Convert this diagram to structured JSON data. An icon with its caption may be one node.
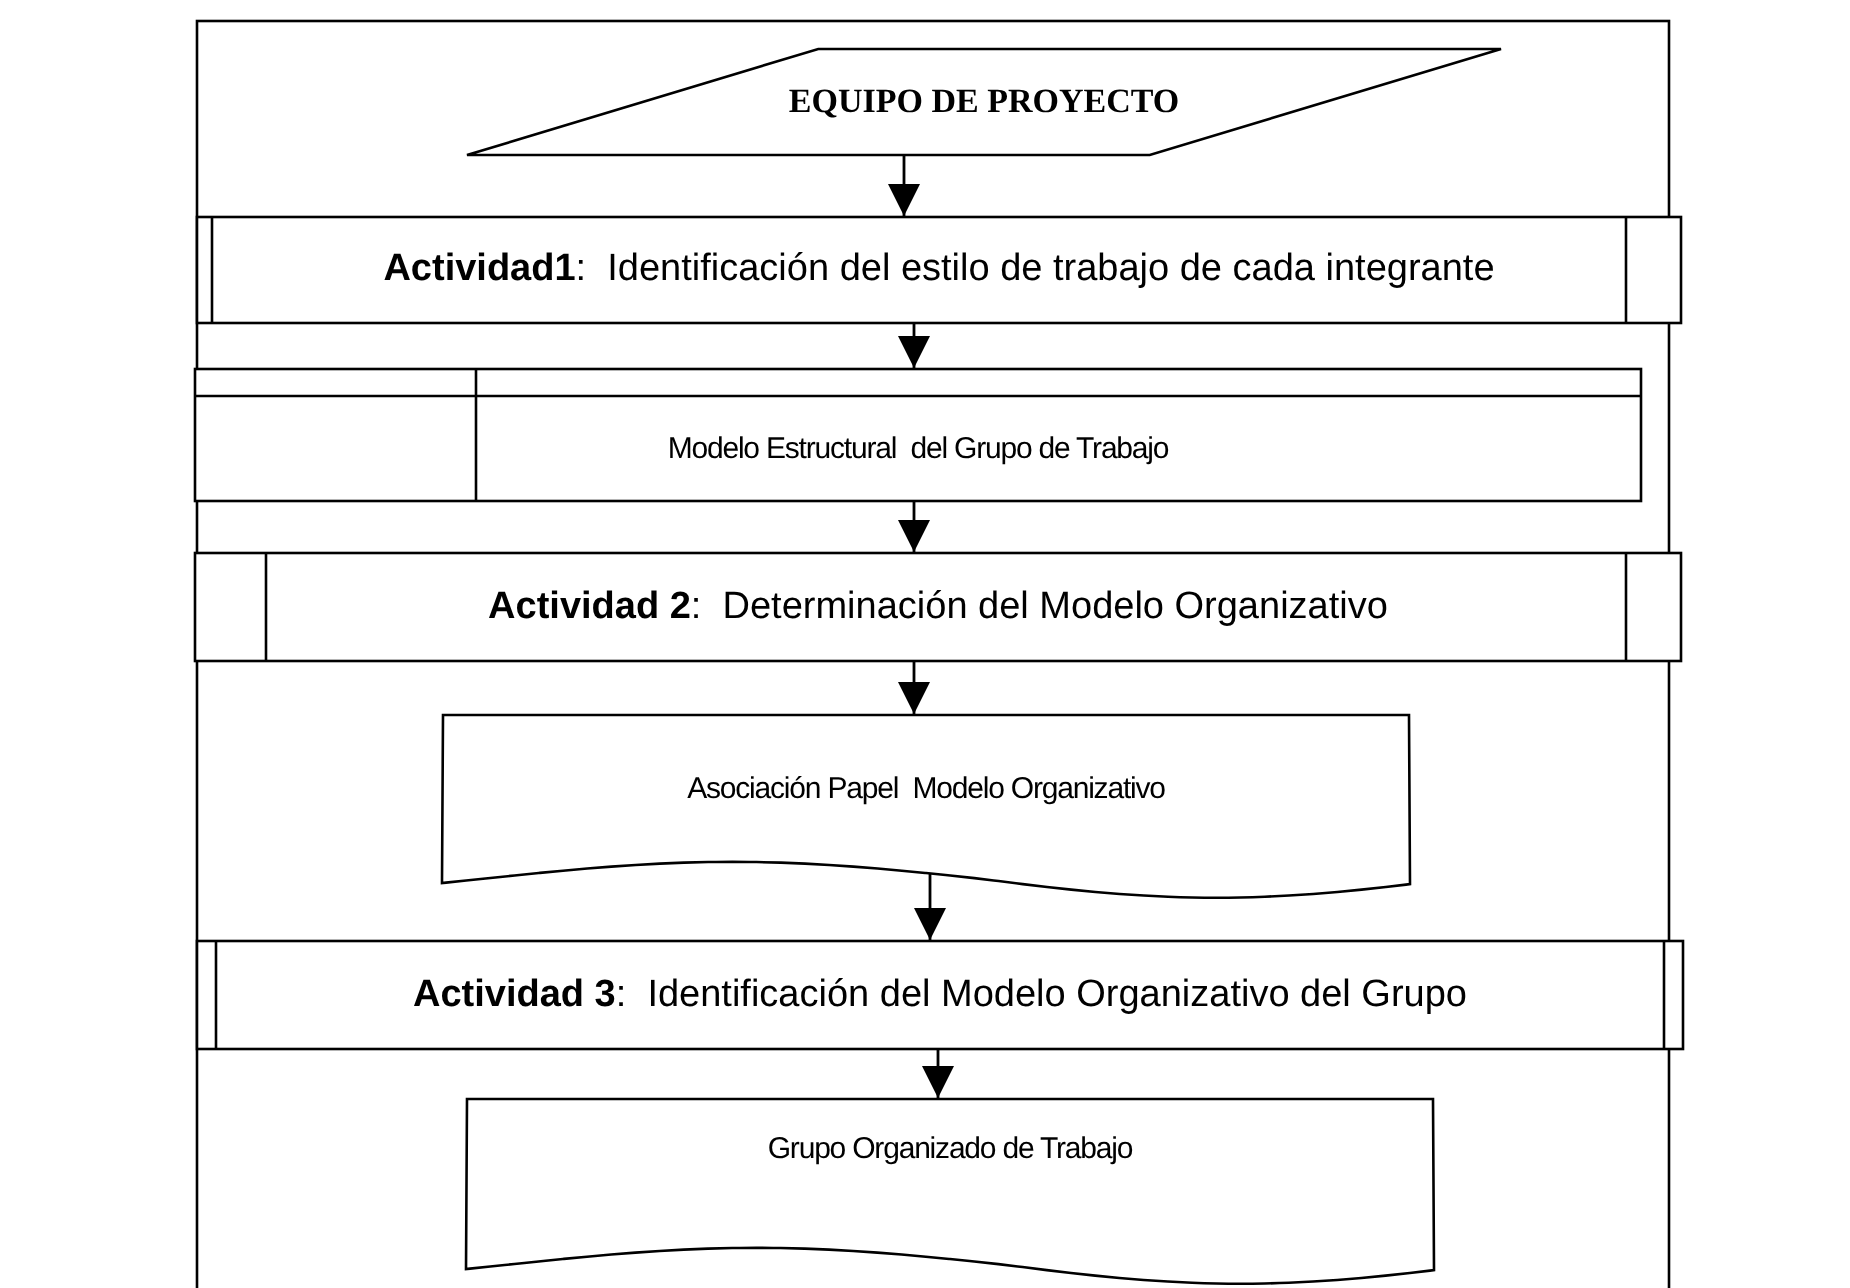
{
  "diagram": {
    "nodes": [
      {
        "text": [
          "EQUIPO DE PROYECTO"
        ]
      },
      {
        "text": [
          "**Actividad1**:  Identificación del estilo de trabajo de cada integrante"
        ]
      },
      {
        "text": [
          "Modelo Estructural  del Grupo de Trabajo"
        ]
      },
      {
        "text": [
          "**Actividad 2**:  Determinación del Modelo Organizativo"
        ]
      },
      {
        "text": [
          "Asociación Papel  Modelo Organizativo"
        ]
      },
      {
        "text": [
          "**Actividad 3**:  Identificación del Modelo Organizativo del Grupo"
        ]
      },
      {
        "text": [
          "Grupo Organizado de Trabajo"
        ]
      }
    ],
    "edges": [
      {
        "from": 0,
        "to": 1,
        "arrow": "to"
      },
      {
        "from": 1,
        "to": 2,
        "arrow": "to"
      },
      {
        "from": 2,
        "to": 3,
        "arrow": "to"
      },
      {
        "from": 3,
        "to": 4,
        "arrow": "to"
      },
      {
        "from": 4,
        "to": 5,
        "arrow": "to"
      },
      {
        "from": 5,
        "to": 6,
        "arrow": "to"
      }
    ]
  }
}
